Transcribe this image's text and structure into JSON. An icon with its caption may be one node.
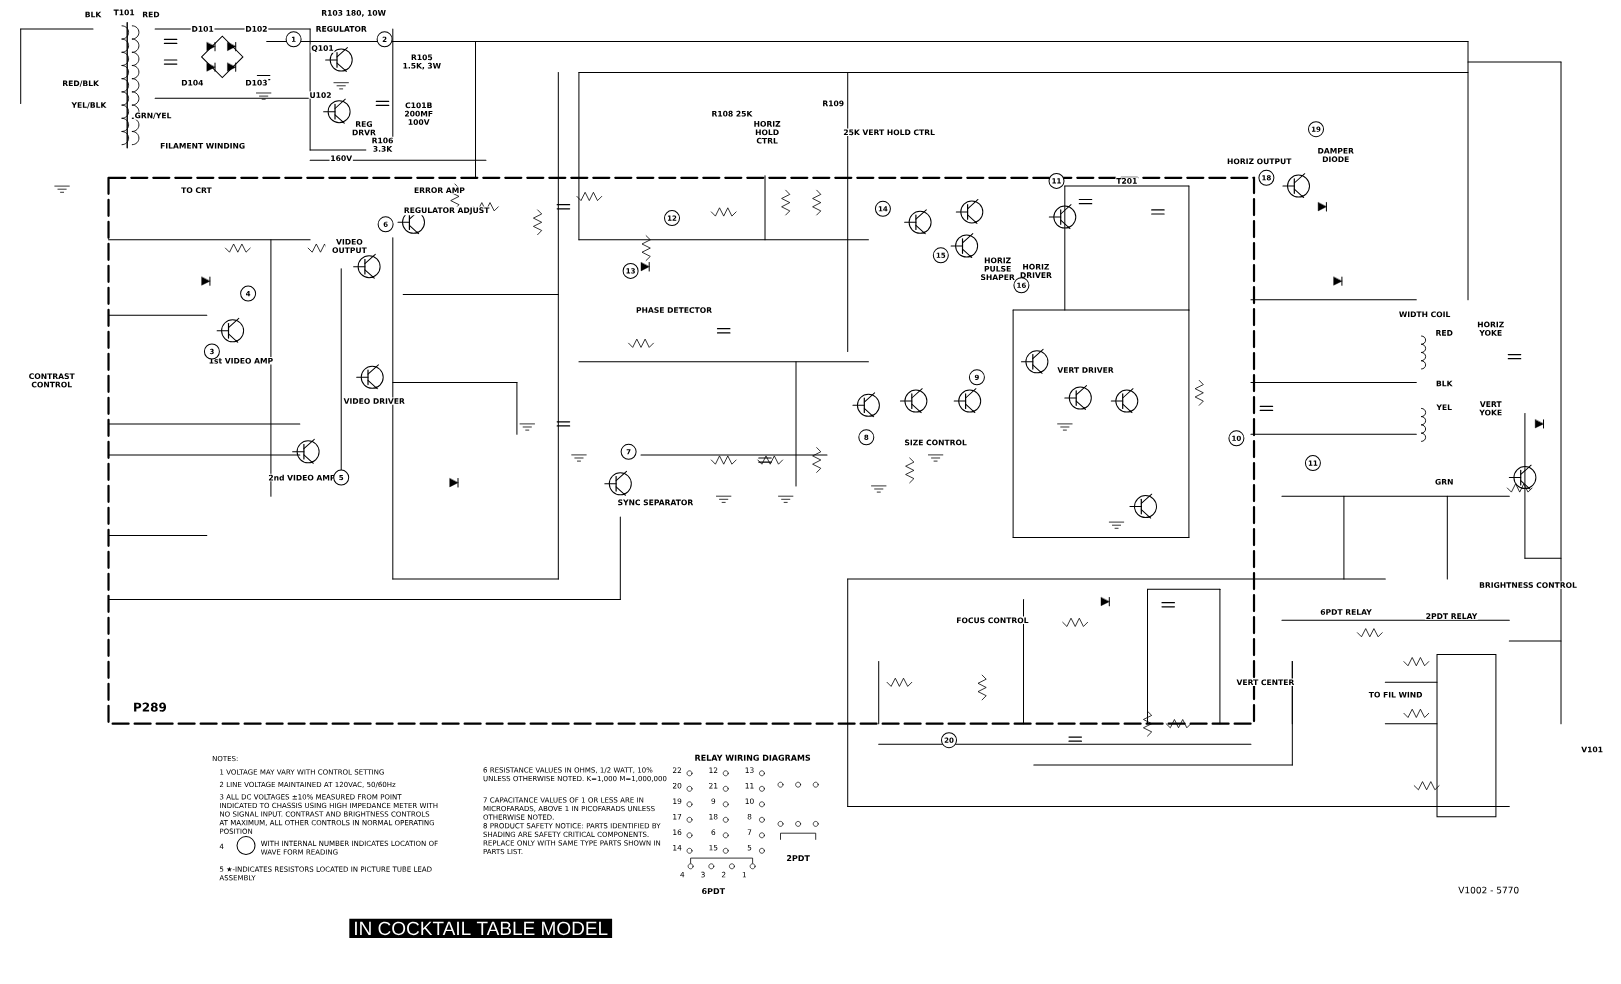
{
  "diagram": {
    "labels": [
      "NOTES:",
      "1 VOLTAGE MAY VARY WITH CONTROL SETTING",
      "2 LINE VOLTAGE MAINTAINED AT 120VAC, 50/60Hz",
      "3 ALL DC VOLTAGES ±10% MEASURED FROM POINT INDICATED TO CHASSIS USING HIGH IMPEDANCE METER WITH NO SIGNAL INPUT. CONTRAST AND BRIGHTNESS CONTROLS AT MAXIMUM, ALL OTHER CONTROLS IN NORMAL OPERATING POSITION",
      "4",
      "WITH INTERNAL NUMBER INDICATES LOCATION OF WAVE FORM READING",
      "5 ★-INDICATES RESISTORS LOCATED IN PICTURE TUBE LEAD ASSEMBLY",
      "6 RESISTANCE VALUES IN OHMS, 1/2 WATT, 10% UNLESS OTHERWISE NOTED. K=1,000 M=1,000,000",
      "7 CAPACITANCE VALUES OF 1 OR LESS ARE IN MICROFARADS, ABOVE 1 IN PICOFARADS UNLESS OTHERWISE NOTED.",
      "8 PRODUCT SAFETY NOTICE: PARTS IDENTIFIED BY SHADING ARE SAFETY CRITICAL COMPONENTS. REPLACE ONLY WITH SAME TYPE PARTS SHOWN IN PARTS LIST.",
      "RELAY WIRING DIAGRAMS",
      "6PDT",
      "2PDT",
      "P289",
      "IN COCKTAIL TABLE MODEL",
      "V1002 - 5770",
      "REGULATOR",
      "Q101",
      "U102",
      "REG DRVR",
      "R103 180, 10W",
      "D101",
      "D102",
      "D104",
      "D103",
      "BLK",
      "T101",
      "RED",
      "RED/BLK",
      "YEL/BLK",
      "GRN/YEL",
      "FILAMENT WINDING",
      "TO CRT",
      "C101B 200MF 100V",
      "R105 1.5K, 3W",
      "R106 3.3K",
      "160V",
      "ERROR AMP",
      "REGULATOR ADJUST",
      "VIDEO OUTPUT",
      "1st VIDEO AMP",
      "2nd VIDEO AMP",
      "VIDEO DRIVER",
      "CONTRAST CONTROL",
      "SYNC SEPARATOR",
      "PHASE DETECTOR",
      "R108 25K",
      "HORIZ HOLD CTRL",
      "R109",
      "25K VERT HOLD CTRL",
      "HORIZ PULSE SHAPER",
      "HORIZ DRIVER",
      "HORIZ OUTPUT",
      "DAMPER DIODE",
      "T201",
      "VERT DRIVER",
      "SIZE CONTROL",
      "WIDTH COIL",
      "HORIZ YOKE",
      "VERT YOKE",
      "RED",
      "BLK",
      "YEL",
      "GRN",
      "FOCUS CONTROL",
      "VERT CENTER",
      "BRIGHTNESS CONTROL",
      "6PDT RELAY",
      "2PDT RELAY",
      "TO FIL WIND",
      "V101",
      "1",
      "2",
      "3",
      "4",
      "5",
      "6",
      "7",
      "8",
      "9",
      "10",
      "11",
      "11",
      "12",
      "13",
      "14",
      "15",
      "16",
      "18",
      "19",
      "20",
      "22",
      "12",
      "13",
      "20",
      "21",
      "11",
      "19",
      "9",
      "10",
      "17",
      "18",
      "8",
      "16",
      "6",
      "7",
      "14",
      "15",
      "5",
      "4",
      "3",
      "2",
      "1"
    ]
  }
}
